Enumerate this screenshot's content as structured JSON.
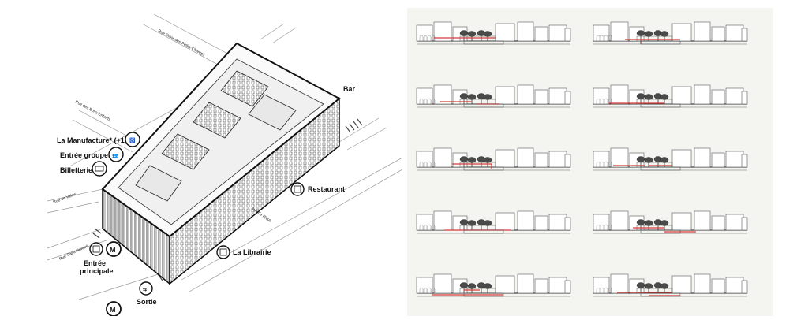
{
  "streets": {
    "croix": "Rue Croix-des-Petits-Champs",
    "bons": "Rue des Bons-Enfants",
    "valois": "Rue de Valois",
    "honore": "Rue Saint-Honoré",
    "rivoli": "Rue de Rivoli"
  },
  "labels": {
    "bar": "Bar",
    "manufacture": "La Manufacture* (+1)",
    "groupes": "Entrée groupes",
    "billetterie": "Billetterie",
    "restaurant": "Restaurant",
    "librairie": "La Librairie",
    "entree_1": "Entrée",
    "entree_2": "principale",
    "sortie": "Sortie",
    "metro": "M"
  },
  "colors": {
    "ink": "#111111",
    "accent": "#d63a3a",
    "panel": "#f4f4f1"
  },
  "sections": {
    "rows": 5,
    "cols": 2
  }
}
